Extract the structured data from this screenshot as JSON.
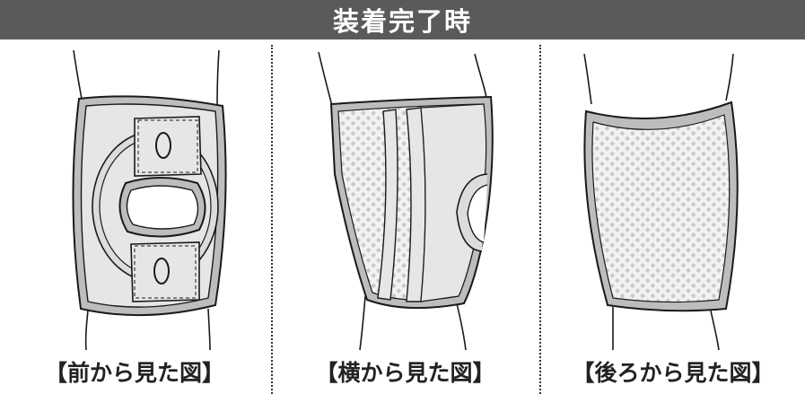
{
  "header": {
    "title": "装着完了時"
  },
  "views": [
    {
      "id": "front",
      "caption": "【前から見た図】"
    },
    {
      "id": "side",
      "caption": "【横から見た図】"
    },
    {
      "id": "back",
      "caption": "【後ろから見た図】"
    }
  ],
  "colors": {
    "header_bg": "#5a5a5a",
    "header_text": "#ffffff",
    "supporter_fill": "#e6e6e6",
    "supporter_border": "#bdbdbd",
    "mesh_dot": "#9a9a9a",
    "line": "#1a1a1a"
  }
}
